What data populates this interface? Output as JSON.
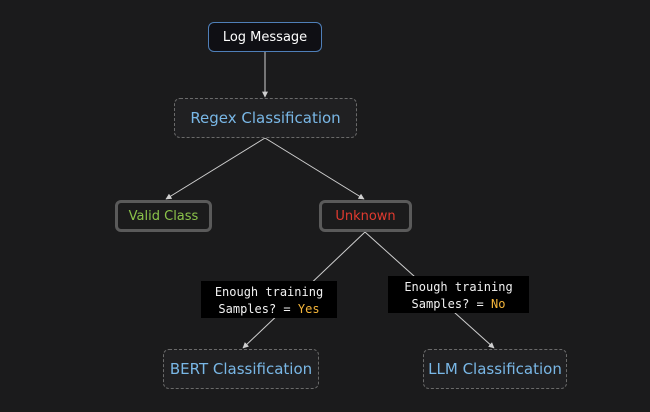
{
  "diagram": {
    "nodes": {
      "start": {
        "label": "Log Message"
      },
      "regex": {
        "label": "Regex Classification"
      },
      "valid": {
        "label": "Valid Class"
      },
      "unknown": {
        "label": "Unknown"
      },
      "bert": {
        "label": "BERT Classification"
      },
      "llm": {
        "label": "LLM Classification"
      }
    },
    "edge_labels": {
      "left": {
        "line1": "Enough training",
        "line2_prefix": "Samples? = ",
        "answer": "Yes"
      },
      "right": {
        "line1": "Enough training",
        "line2_prefix": "Samples? = ",
        "answer": "No"
      }
    },
    "edges": [
      [
        "start",
        "regex"
      ],
      [
        "regex",
        "valid"
      ],
      [
        "regex",
        "unknown"
      ],
      [
        "unknown",
        "bert"
      ],
      [
        "unknown",
        "llm"
      ]
    ],
    "colors": {
      "background": "#1b1b1c",
      "edge": "#cfcfcf",
      "process_text": "#79b7e6",
      "valid_text": "#8bc34a",
      "unknown_text": "#e03a2f",
      "answer_text": "#f5b63b"
    }
  }
}
